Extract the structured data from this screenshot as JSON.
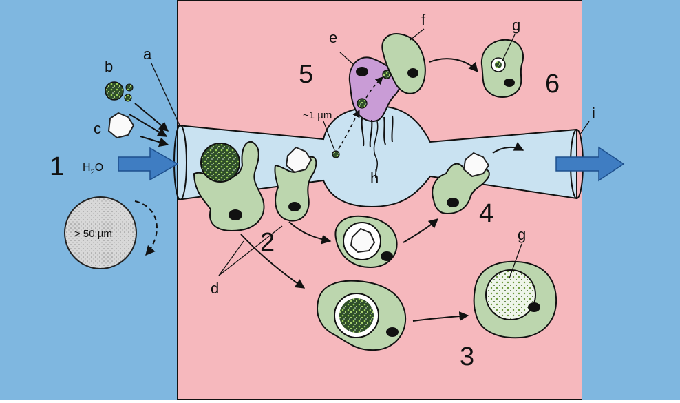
{
  "colors": {
    "water": "#7fb7e0",
    "sponge": "#f6b8bd",
    "canal": "#c9e2f1",
    "cell": "#bcd6ae",
    "cell_purple": "#c99cd6",
    "flow_arrow": "#3f7dc2",
    "ink": "#111111"
  },
  "steps": [
    "1",
    "2",
    "3",
    "4",
    "5",
    "6"
  ],
  "letters": {
    "a": "a",
    "b": "b",
    "c": "c",
    "d": "d",
    "e": "e",
    "f": "f",
    "g": "g",
    "h": "h",
    "i": "i"
  },
  "inflow_label": {
    "main": "H",
    "sub": "2",
    "tail": "O"
  },
  "small_particle_label": "~1 µm",
  "large_particle_label": "> 50 µm"
}
